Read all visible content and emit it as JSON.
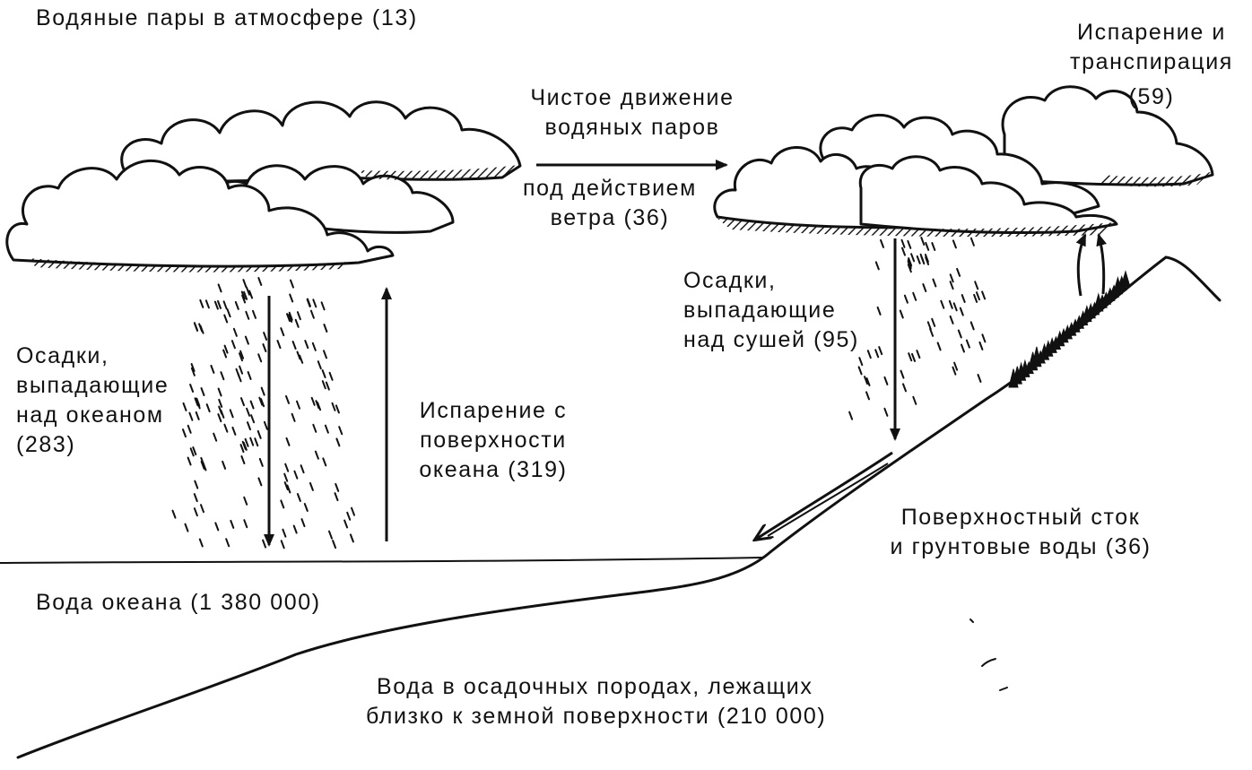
{
  "colors": {
    "ink": "#111111",
    "paper": "#ffffff"
  },
  "labels": {
    "atmosphere": "Водяные пары в атмосфере  (13)",
    "land_evap": [
      "Испарение и",
      "транспирация",
      "(59)"
    ],
    "wind": {
      "top": [
        "Чистое движение",
        "водяных паров"
      ],
      "bottom": [
        "под действием",
        "ветра  (36)"
      ]
    },
    "precip_land": [
      "Осадки,",
      "выпадающие",
      "над сушей (95)"
    ],
    "precip_ocean": [
      "Осадки,",
      "выпадающие",
      "над океаном",
      "(283)"
    ],
    "ocean_evap": [
      "Испарение с",
      "поверхности",
      "океана  (319)"
    ],
    "runoff": [
      "Поверхностный сток",
      "и грунтовые воды (36)"
    ],
    "ocean": "Вода океана  (1 380 000)",
    "sediment": [
      "Вода в осадочных породах, лежащих",
      "близко  к земной поверхности  (210 000)"
    ]
  }
}
